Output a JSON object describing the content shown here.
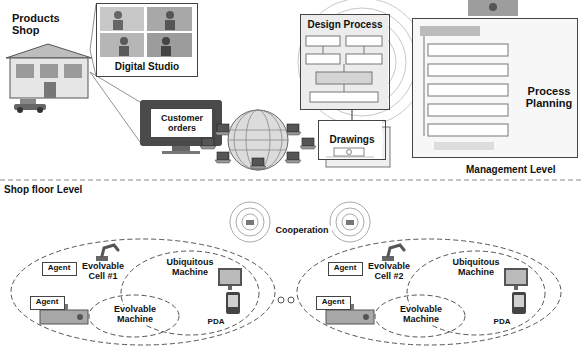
{
  "diagram": {
    "nodes": [
      {
        "text": [
          "Digital Studio"
        ]
      },
      {
        "text": [
          "Customer orders"
        ]
      },
      {
        "text": [
          "Design Process"
        ]
      },
      {
        "text": [
          "Drawings"
        ]
      },
      {
        "text": [
          "Process Planning"
        ]
      },
      {
        "text": [
          "Evolvable Cell #1"
        ]
      },
      {
        "text": [
          "Agent"
        ],
        "in": 5
      },
      {
        "text": [
          "Agent"
        ],
        "in": 5
      },
      {
        "text": [
          "Ubiquitous Machine"
        ],
        "in": 5
      },
      {
        "text": [
          "Evolvable Machine"
        ],
        "in": 5
      },
      {
        "text": [
          "Evolvable Cell #2"
        ]
      },
      {
        "text": [
          "Agent"
        ],
        "in": 10
      },
      {
        "text": [
          "Agent"
        ],
        "in": 10
      },
      {
        "text": [
          "Ubiquitous Machine"
        ],
        "in": 10
      },
      {
        "text": [
          "Evolvable Machine"
        ],
        "in": 10
      }
    ],
    "edges": [
      {
        "from": 2,
        "to": 3,
        "arrow": "none"
      }
    ],
    "labels": [
      "Products Shop",
      "Management Level",
      "Shop floor Level",
      "Cooperation",
      "PDA",
      "PDA"
    ]
  }
}
